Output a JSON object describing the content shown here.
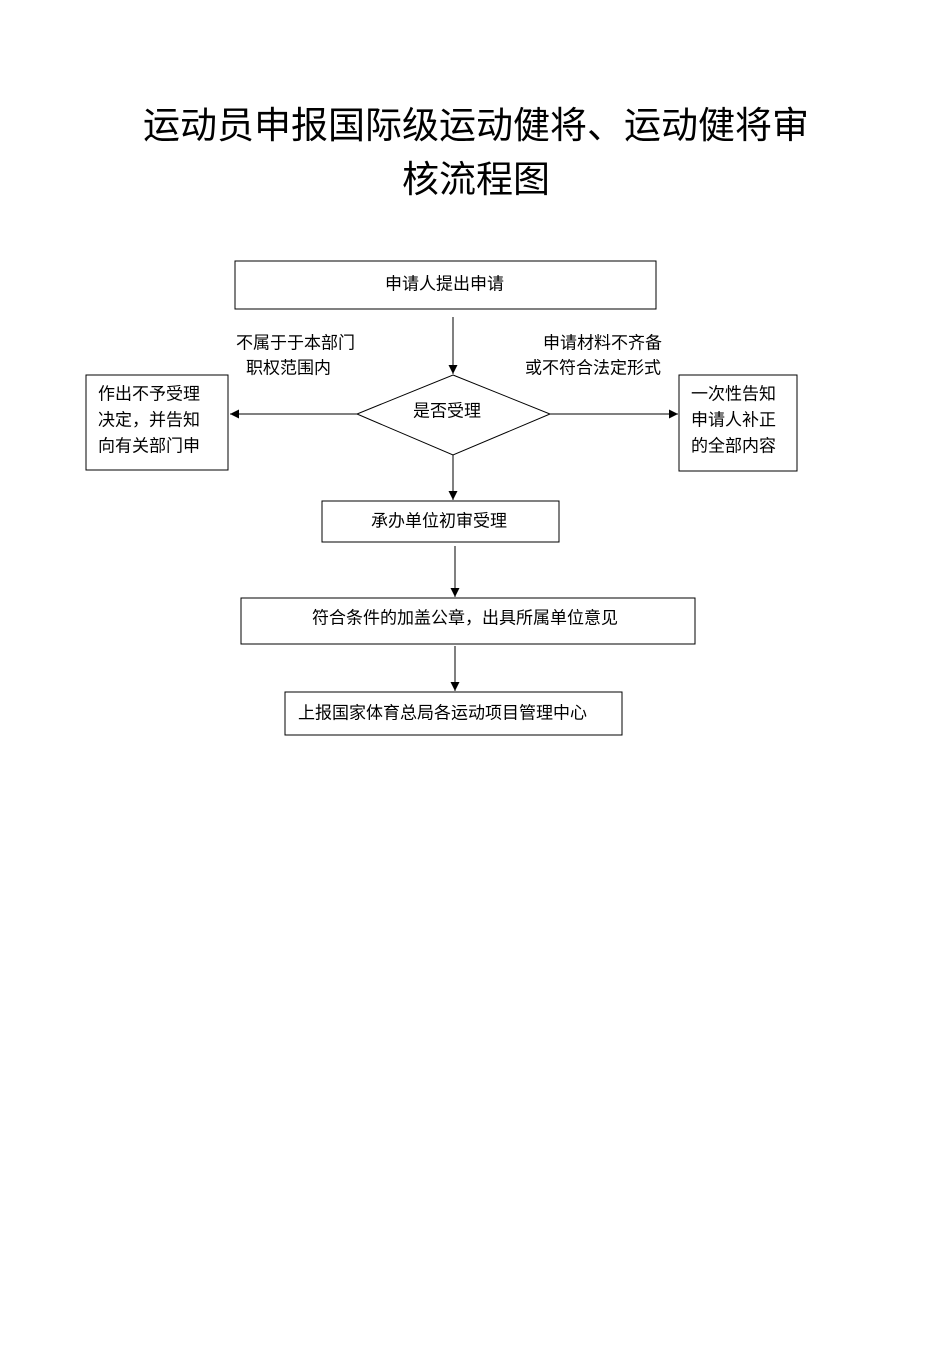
{
  "title": {
    "line1": "运动员申报国际级运动健将、运动健将审",
    "line2": "核流程图"
  },
  "nodes": {
    "apply": "申请人提出申请",
    "decision": "是否受理",
    "reject": {
      "line1": "作出不予受理",
      "line2": "决定，并告知",
      "line3": "向有关部门申"
    },
    "supplement": {
      "line1": "一次性告知",
      "line2": "申请人补正",
      "line3": "的全部内容"
    },
    "review": "承办单位初审受理",
    "stamp": "符合条件的加盖公章，出具所属单位意见",
    "report": "上报国家体育总局各运动项目管理中心"
  },
  "edge_labels": {
    "left": {
      "line1": "不属于于本部门",
      "line2": "职权范围内"
    },
    "right": {
      "line1": "申请材料不齐备",
      "line2": "或不符合法定形式"
    }
  }
}
